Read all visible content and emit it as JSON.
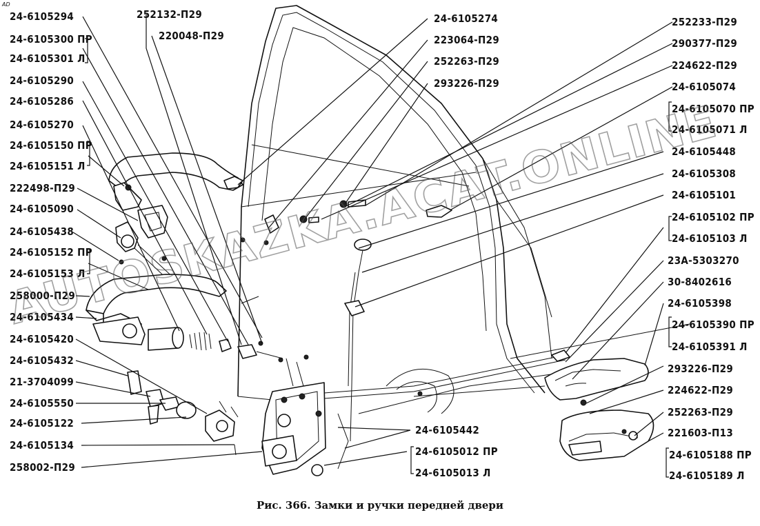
{
  "corner_mark": "AD",
  "caption": "Рис. 366. Замки и ручки передней двери",
  "watermark": "AUTOSKAZKA.ACAT.ONLINE",
  "labels": [
    "24-6105294",
    "24-6105300 ПР",
    "24-6105301 Л",
    "24-6105290",
    "24-6105286",
    "24-6105270",
    "24-6105150 ПР",
    "24-6105151 Л",
    "222498-П29",
    "24-6105090",
    "24-6105438",
    "24-6105152 ПР",
    "24-6105153 Л",
    "258000-П29",
    "24-6105434",
    "24-6105420",
    "24-6105432",
    "21-3704099",
    "24-6105550",
    "24-6105122",
    "24-6105134",
    "258002-П29",
    "252132-П29",
    "220048-П29",
    "24-6105274",
    "223064-П29",
    "252263-П29",
    "293226-П29",
    "252233-П29",
    "290377-П29",
    "224622-П29",
    "24-6105074",
    "24-6105070 ПР",
    "24-6105071 Л",
    "24-6105448",
    "24-6105308",
    "24-6105101",
    "24-6105102 ПР",
    "24-6105103 Л",
    "23А-5303270",
    "30-8402616",
    "24-6105398",
    "24-6105390 ПР",
    "24-6105391 Л",
    "293226-П29",
    "224622-П29",
    "252263-П29",
    "221603-П13",
    "24-6105188 ПР",
    "24-6105189 Л",
    "24-6105442",
    "24-6105012 ПР",
    "24-6105013 Л"
  ]
}
